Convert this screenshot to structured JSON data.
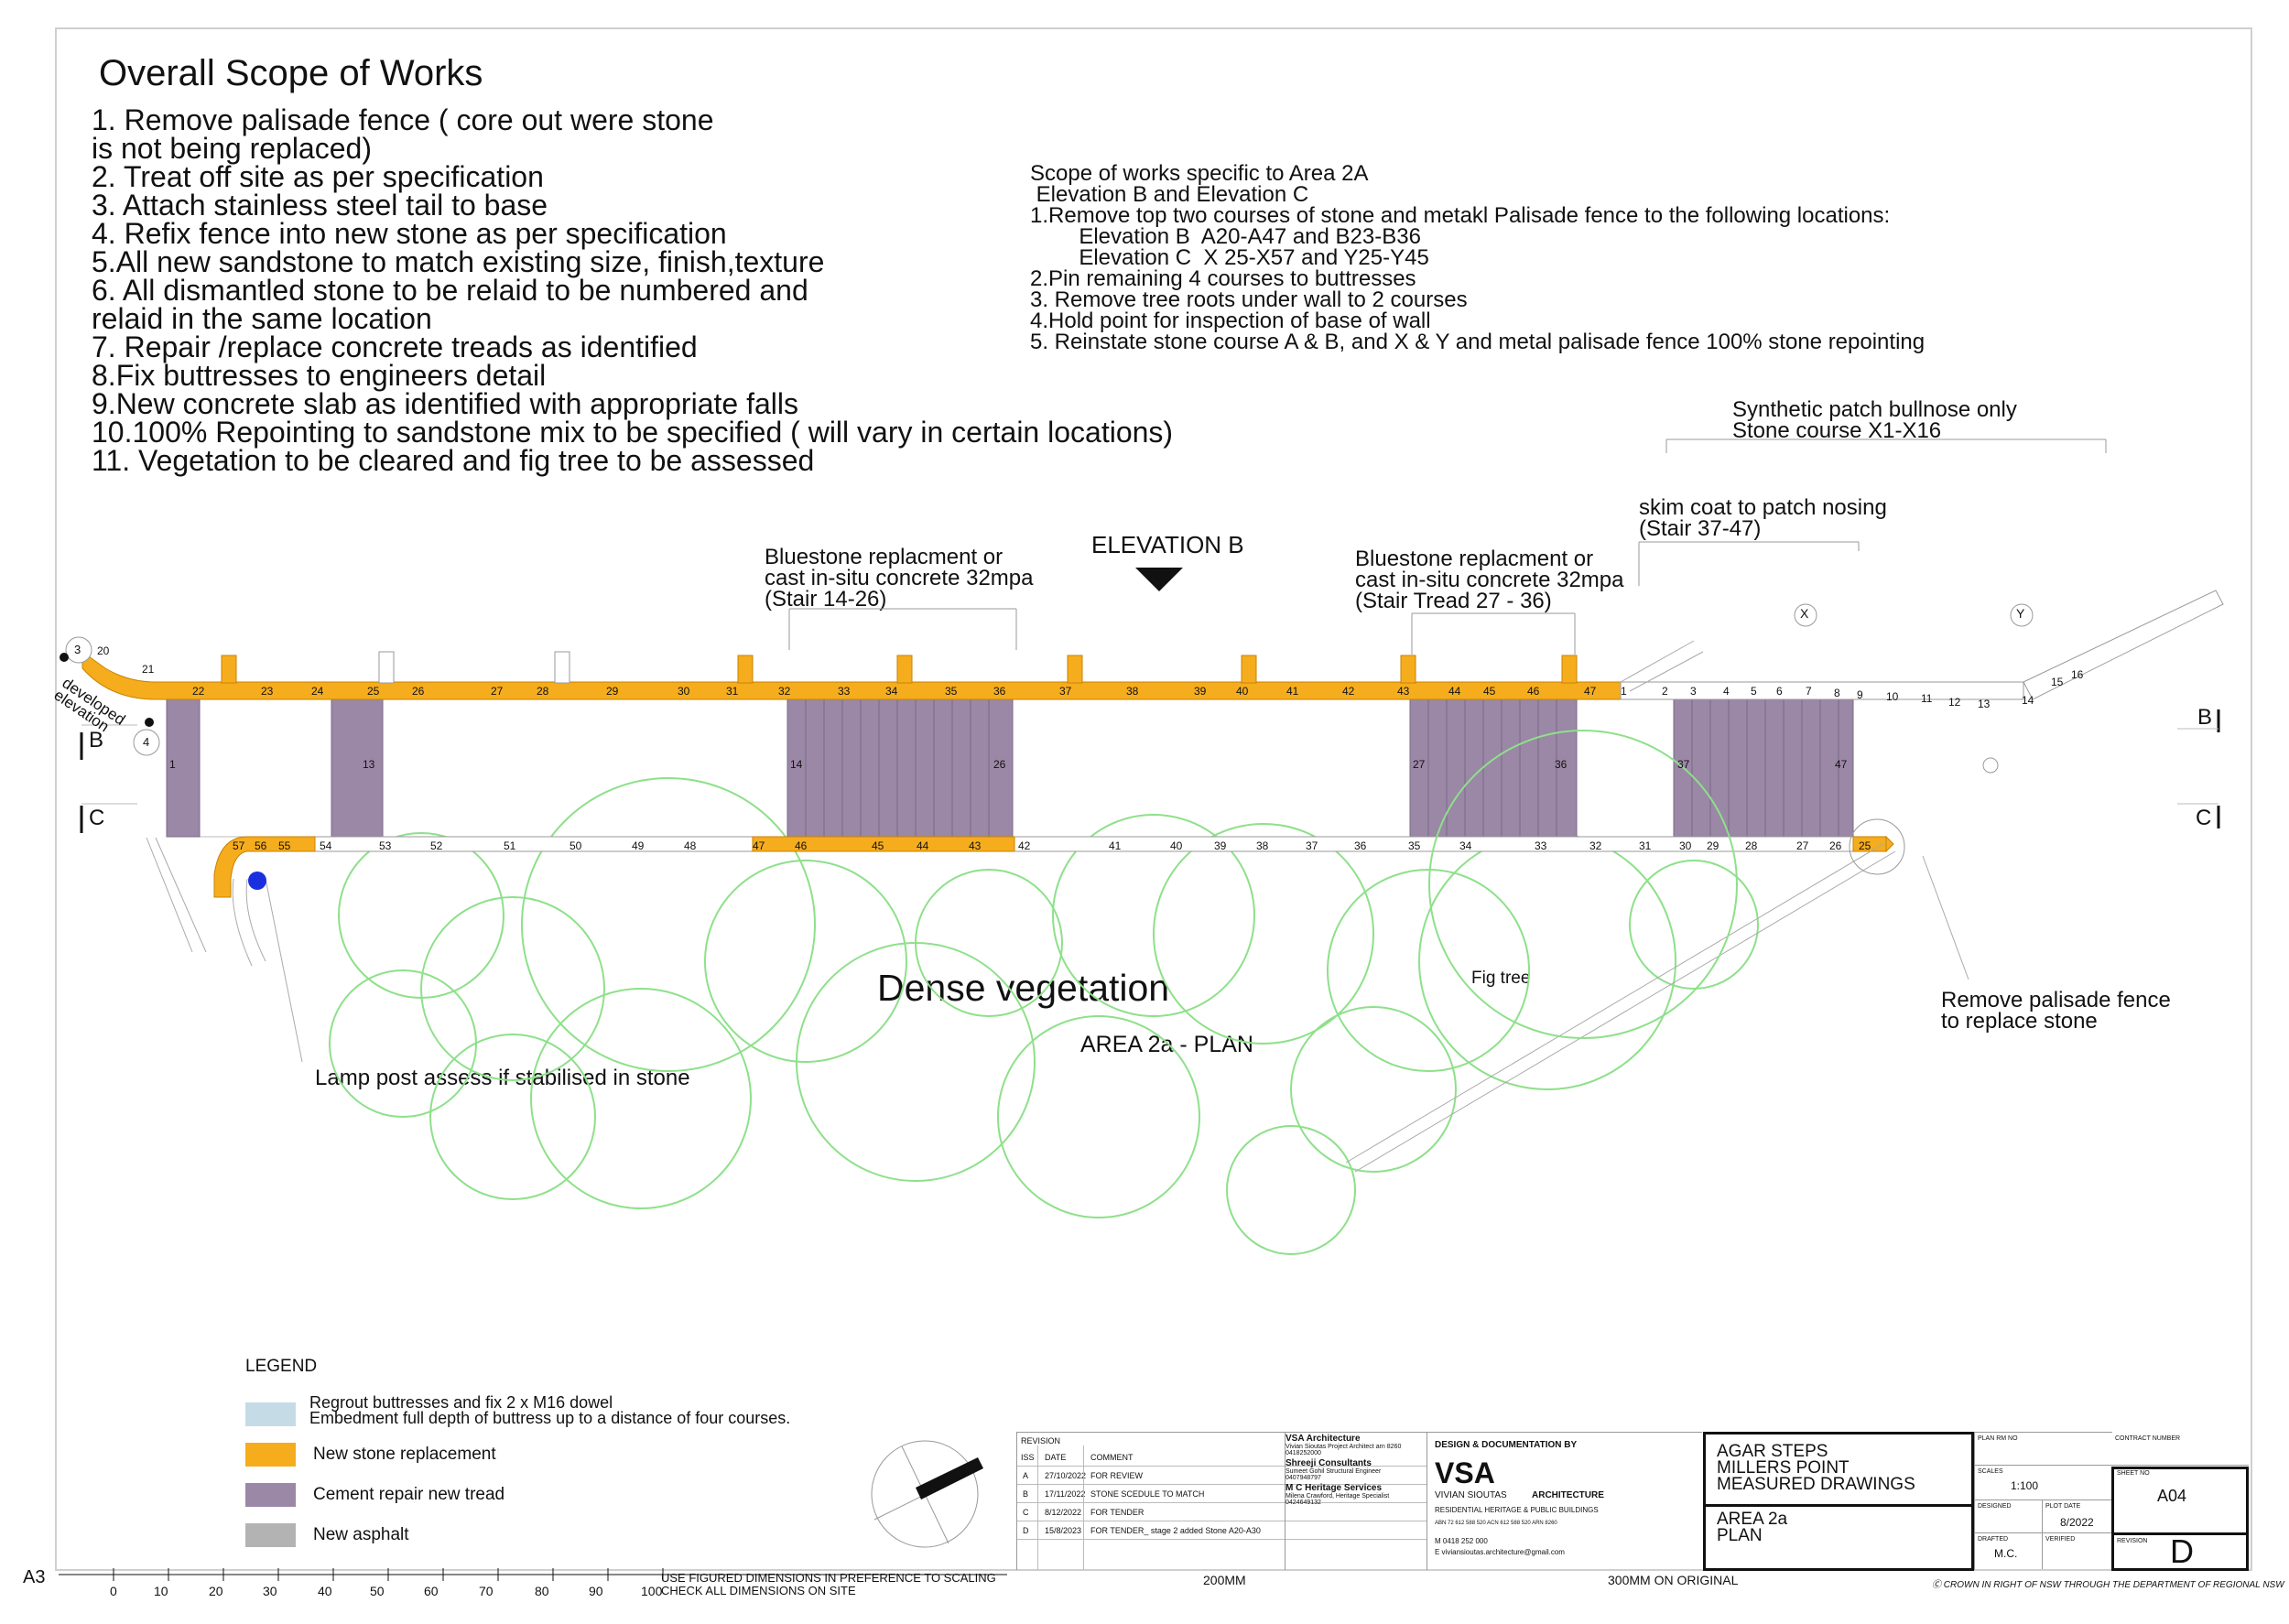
{
  "scope": {
    "title": "Overall Scope of Works",
    "items": [
      "1. Remove palisade fence ( core out were stone\nis not being replaced)",
      "2. Treat off site as per specification",
      "3. Attach stainless steel tail to base",
      "4. Refix fence into new stone as per specification",
      "5.All new sandstone to match existing size, finish,texture",
      "6. All dismantled stone to be relaid to be numbered and\nrelaid in the same location",
      "7. Repair /replace concrete treads as identified",
      "8.Fix buttresses to engineers detail",
      "9.New concrete slab as identified with appropriate falls",
      "10.100% Repointing to sandstone mix to be specified ( will vary in certain locations)",
      "11. Vegetation to be cleared and fig tree to be assessed"
    ]
  },
  "area_scope": {
    "lines": [
      "Scope of works specific to Area 2A",
      " Elevation B and Elevation C",
      "1.Remove top two courses of stone and metakl Palisade fence to the following locations:",
      "        Elevation B  A20-A47 and B23-B36",
      "        Elevation C  X 25-X57 and Y25-Y45",
      "2.Pin remaining 4 courses to buttresses",
      "3. Remove tree roots under wall to 2 courses",
      "4.Hold point for inspection of base of wall",
      "5. Reinstate stone course A & B, and X & Y and metal palisade fence 100% stone repointing"
    ]
  },
  "notes": {
    "synthetic_patch": "Synthetic patch bullnose only\nStone course X1-X16",
    "skim_coat": "skim coat to patch nosing\n(Stair 37-47)",
    "bluestone_1": "Bluestone replacment or\ncast in-situ concrete 32mpa\n(Stair 14-26)",
    "bluestone_2": "Bluestone replacment or\ncast in-situ concrete 32mpa\n(Stair Tread 27 - 36)",
    "elevation_b": "ELEVATION B",
    "dense_vegetation": "Dense vegetation",
    "area_plan": "AREA 2a - PLAN",
    "fig_tree": "Fig tree",
    "lamp_post": "Lamp post assess if stabilised in stone",
    "remove_palisade": "Remove palisade fence\nto replace stone",
    "developed_elevation": "developed\nelevation",
    "marker_x": "X",
    "marker_y": "Y",
    "section_b": "B",
    "section_c": "C",
    "circle_3": "3",
    "circle_4": "4"
  },
  "wall_numbers": {
    "top_orange": [
      "20",
      "21",
      "22",
      "23",
      "24",
      "25",
      "26",
      "27",
      "28",
      "29",
      "30",
      "31",
      "32",
      "33",
      "34",
      "35",
      "36",
      "37",
      "38",
      "39",
      "40",
      "41",
      "42",
      "43",
      "44",
      "45",
      "46",
      "47"
    ],
    "top_white": [
      "1",
      "2",
      "3",
      "4",
      "5",
      "6",
      "7",
      "8",
      "9",
      "10",
      "11",
      "12",
      "13",
      "14",
      "15",
      "16"
    ],
    "bottom": [
      "57",
      "56",
      "55",
      "54",
      "53",
      "52",
      "51",
      "50",
      "49",
      "48",
      "47",
      "46",
      "45",
      "44",
      "43",
      "42",
      "41",
      "40",
      "39",
      "38",
      "37",
      "36",
      "35",
      "34",
      "33",
      "32",
      "31",
      "30",
      "29",
      "28",
      "27",
      "26",
      "25"
    ],
    "stair_labels": [
      "1",
      "13",
      "14",
      "26",
      "27",
      "36",
      "37",
      "47"
    ]
  },
  "legend": {
    "title": "LEGEND",
    "items": [
      {
        "label": "Regrout buttresses and fix 2 x M16 dowel\nEmbedment full depth of buttress up to a distance of four courses.",
        "color": "#c5dbe6"
      },
      {
        "label": "New stone replacement",
        "color": "#f5ad1e"
      },
      {
        "label": "Cement repair new tread",
        "color": "#9b87a6"
      },
      {
        "label": "New asphalt",
        "color": "#b3b3b3"
      }
    ]
  },
  "scale_bar": {
    "sheet_size": "A3",
    "ticks": [
      "0",
      "10",
      "20",
      "30",
      "40",
      "50",
      "60",
      "70",
      "80",
      "90",
      "100"
    ],
    "note_1": "USE FIGURED DIMENSIONS IN PREFERENCE TO SCALING",
    "note_2": "CHECK ALL DIMENSIONS ON SITE",
    "mark_200": "200MM",
    "mark_300": "300MM ON ORIGINAL",
    "crown": "CROWN IN RIGHT OF NSW THROUGH THE DEPARTMENT OF REGIONAL NSW"
  },
  "revisions": {
    "heading": "REVISION",
    "cols": [
      "ISS",
      "DATE",
      "COMMENT"
    ],
    "rows": [
      [
        "A",
        "27/10/2022",
        "FOR REVIEW"
      ],
      [
        "B",
        "17/11/2022",
        "STONE SCEDULE TO MATCH"
      ],
      [
        "C",
        "8/12/2022",
        "FOR TENDER"
      ],
      [
        "D",
        "15/8/2023",
        "FOR TENDER_ stage 2 added Stone A20-A30"
      ]
    ]
  },
  "consultants": [
    {
      "name": "VSA Architecture",
      "detail": "Vivian Sioutas Project Architect arn 8260\n0418252000"
    },
    {
      "name": "Shreeji Consultants",
      "detail": "Sumeet Gohil Structural Engineer\n0407948797"
    },
    {
      "name": "M C Heritage Services",
      "detail": "Milena Crawford, Heritage Specialist\n0424649132"
    }
  ],
  "firm": {
    "heading": "DESIGN & DOCUMENTATION BY",
    "logo": "VSA",
    "sub": "VIVIAN SIOUTAS",
    "sub2": "ARCHITECTURE",
    "tag": "RESIDENTIAL  HERITAGE  &  PUBLIC BUILDINGS",
    "abn": "ABN 72 612 588 520     ACN 612 588 520     ARN 8260",
    "phone": "M    0418 252 000",
    "email": "E    viviansioutas.architecture@gmail.com"
  },
  "project": {
    "title": "AGAR STEPS\nMILLERS POINT\nMEASURED DRAWINGS",
    "sheet_title": "AREA 2a\nPLAN",
    "plan_rm_no_label": "PLAN RM NO",
    "contract_label": "CONTRACT NUMBER",
    "scales_label": "SCALES",
    "scale": "1:100",
    "designed_label": "DESIGNED",
    "plot_date_label": "PLOT DATE",
    "plot_date": "8/2022",
    "drafted_label": "DRAFTED",
    "drafted": "M.C.",
    "verified_label": "VERIFIED",
    "sheet_no_label": "SHEET NO",
    "sheet_no": "A04",
    "revision_label": "REVISION",
    "revision": "D"
  }
}
